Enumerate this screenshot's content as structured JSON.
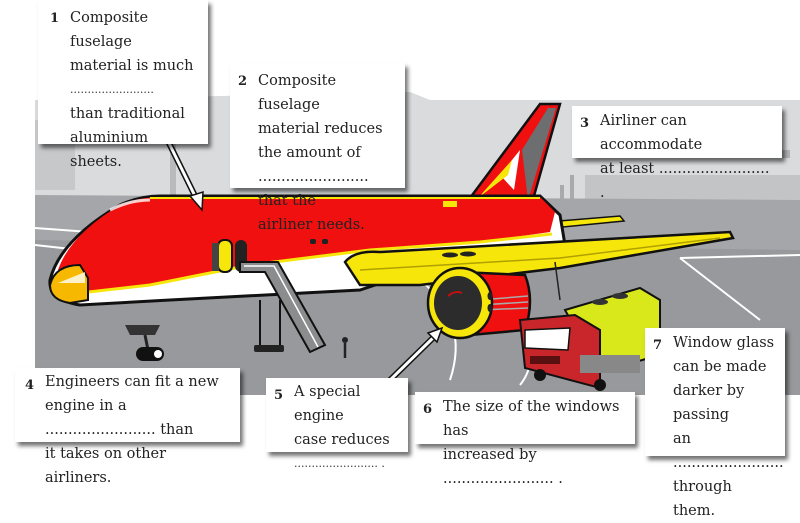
{
  "illustration": {
    "subject": "airliner parked at airport gate with boarding stairs and fuel truck",
    "colors": {
      "fuselage_red": "#f01010",
      "trim_yellow": "#f6e60a",
      "belly_white": "#ffffff",
      "tarmac_grey": "#9a9c9f",
      "terminal_grey": "#d4d6d8",
      "truck_cab_red": "#c8262a",
      "truck_tank_yellowgreen": "#d8e81a",
      "outline": "#111111"
    }
  },
  "callouts": [
    {
      "number": "1",
      "lines": [
        "Composite fuselage",
        "material is much",
        "........................",
        "than traditional",
        "aluminium sheets."
      ]
    },
    {
      "number": "2",
      "lines": [
        "Composite fuselage",
        "material reduces",
        "the amount of",
        "........................ that the",
        "airliner needs."
      ]
    },
    {
      "number": "3",
      "lines": [
        "Airliner can accommodate",
        "at least ........................ ."
      ]
    },
    {
      "number": "4",
      "lines": [
        "Engineers can fit a new",
        "engine in a ........................ than",
        "it takes on other airliners."
      ]
    },
    {
      "number": "5",
      "lines": [
        "A special engine",
        "case reduces",
        "........................ ."
      ]
    },
    {
      "number": "6",
      "lines": [
        "The size of the windows has",
        "increased by ........................ ."
      ]
    },
    {
      "number": "7",
      "lines": [
        "Window glass",
        "can be made",
        "darker by passing",
        "an ........................",
        "through them."
      ]
    }
  ]
}
